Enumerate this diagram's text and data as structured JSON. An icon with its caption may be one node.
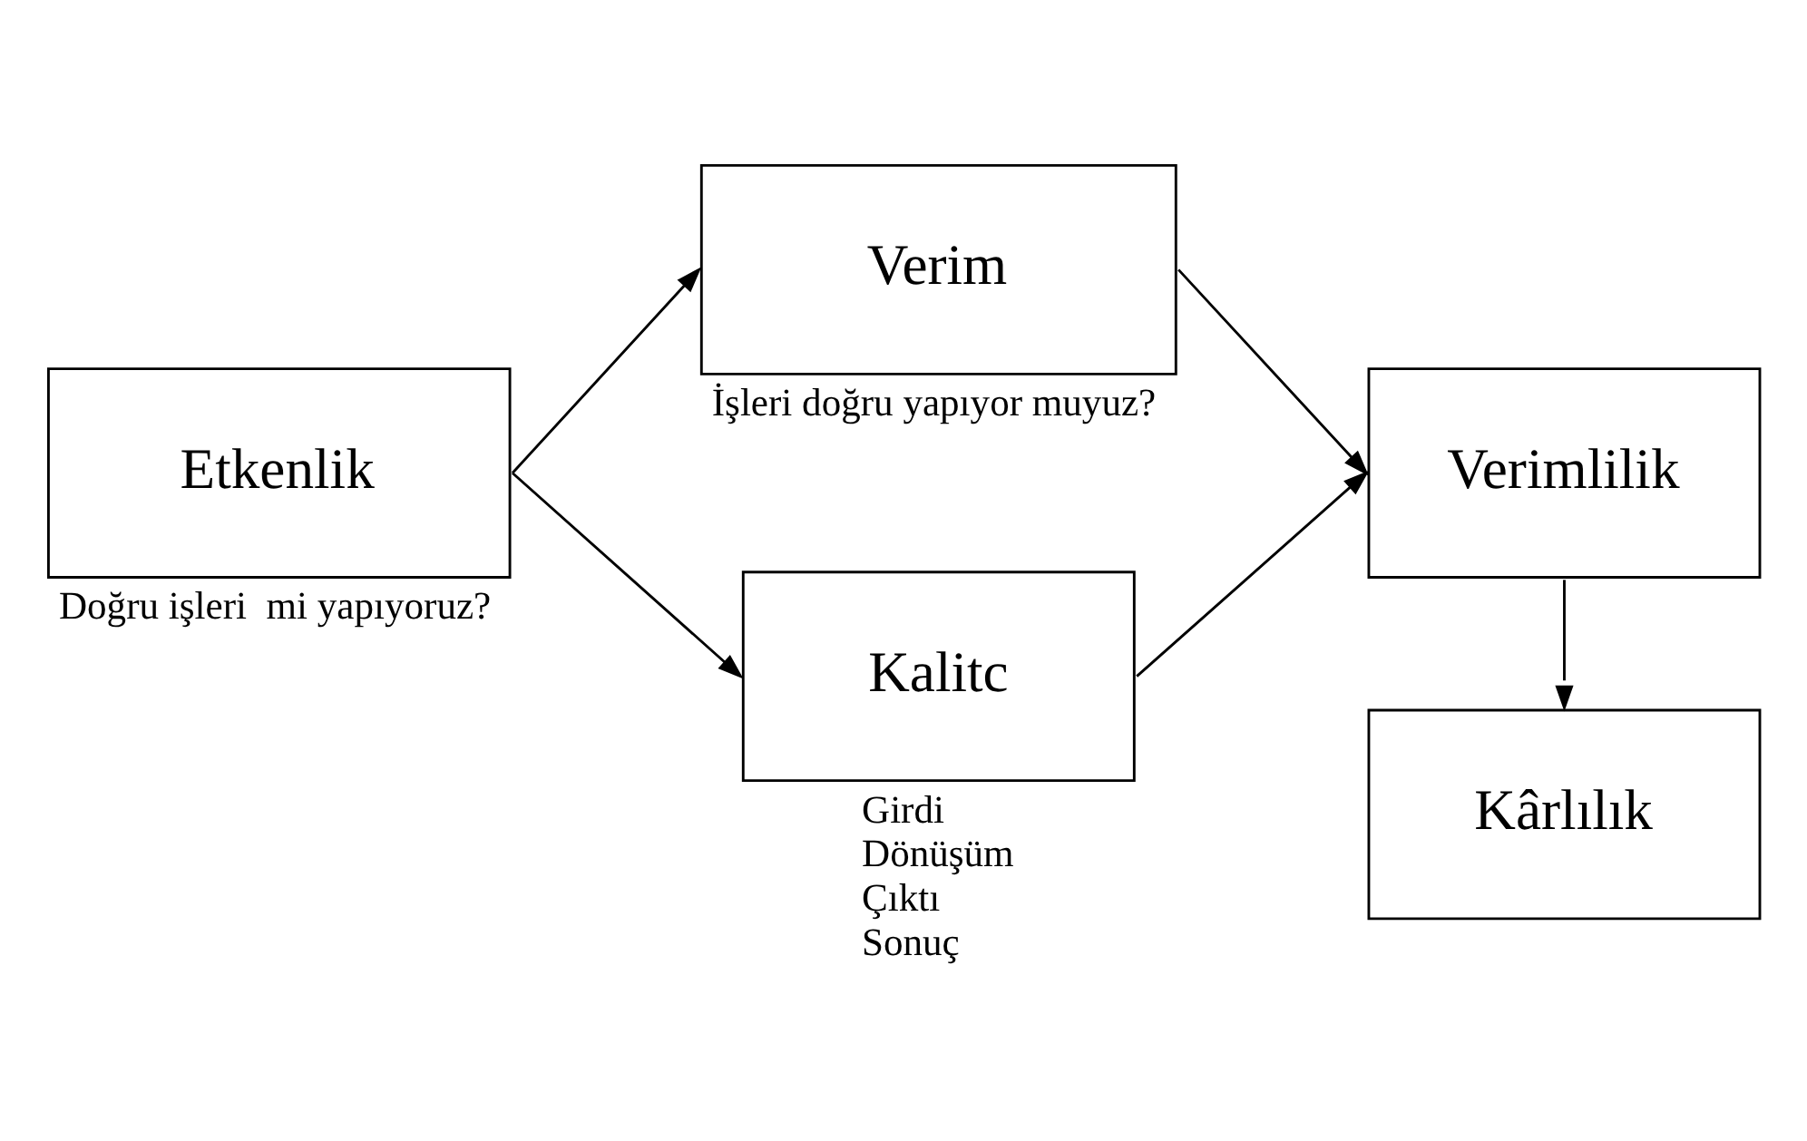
{
  "diagram": {
    "nodes": [
      {
        "text": [
          "Etkenlik"
        ],
        "beside": [
          "Doğru işleri  mi yapıyoruz?"
        ]
      },
      {
        "text": [
          "Verim"
        ],
        "beside": [
          "İşleri doğru yapıyor muyuz?"
        ]
      },
      {
        "text": [
          "Kalitc"
        ],
        "beside": [
          "Girdi",
          "Dönüşüm",
          "Çıktı",
          "Sonuç"
        ]
      },
      {
        "text": [
          "Verimlilik"
        ]
      },
      {
        "text": [
          "Kârlılık"
        ]
      }
    ],
    "edges": [
      {
        "from": 0,
        "to": 1,
        "arrow": "to"
      },
      {
        "from": 0,
        "to": 2,
        "arrow": "to"
      },
      {
        "from": 1,
        "to": 3,
        "arrow": "to"
      },
      {
        "from": 2,
        "to": 3,
        "arrow": "to"
      },
      {
        "from": 3,
        "to": 4,
        "arrow": "to"
      }
    ]
  }
}
